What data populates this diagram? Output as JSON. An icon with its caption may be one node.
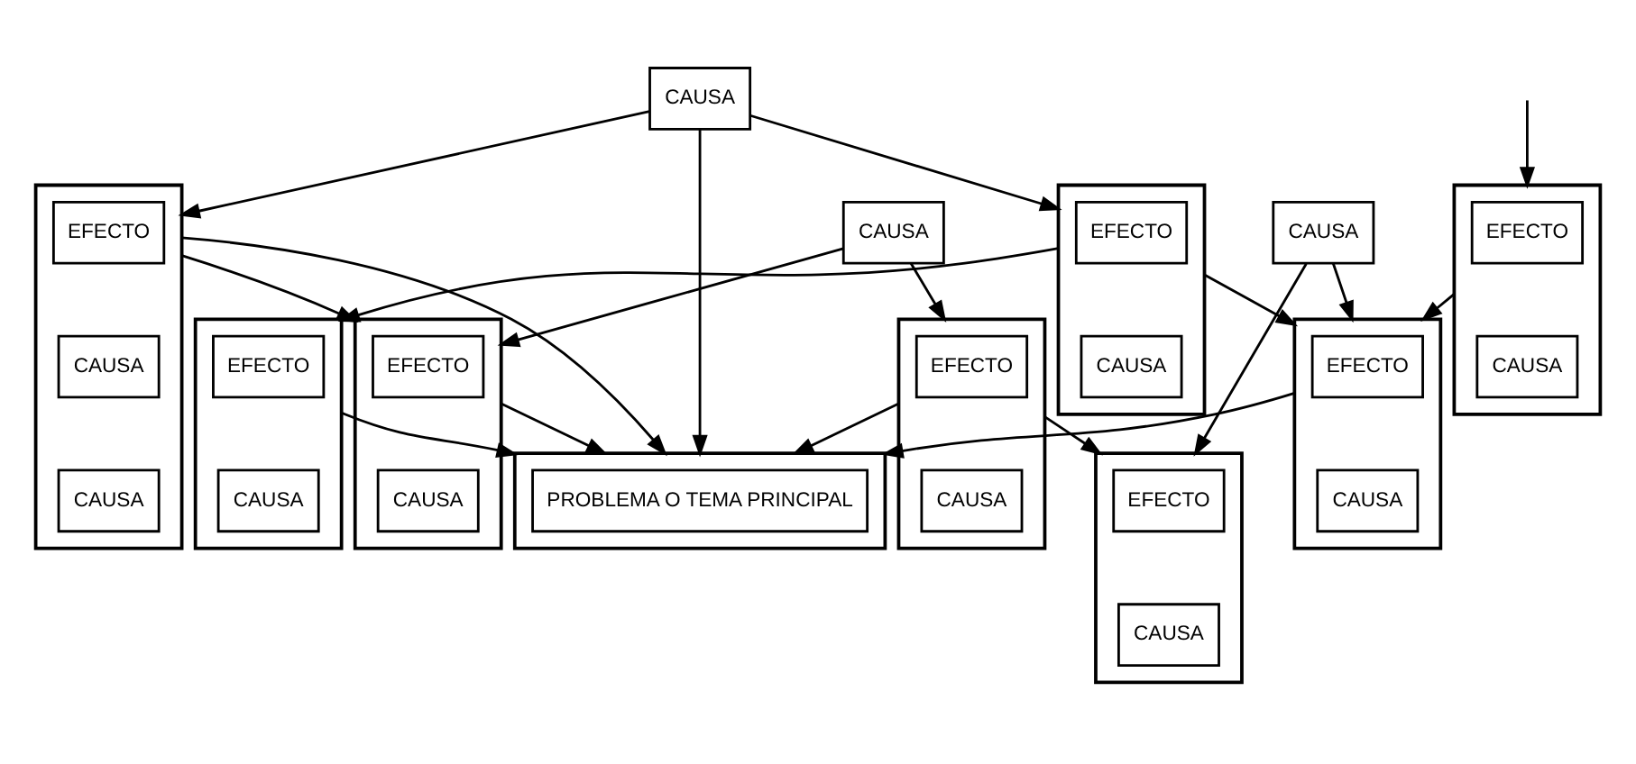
{
  "diagram": {
    "nodes": [
      {
        "text": [
          "CAUSA"
        ]
      },
      {
        "text": [],
        "shape": "box"
      },
      {
        "text": [
          "EFECTO"
        ],
        "in": 1
      },
      {
        "text": [
          "CAUSA"
        ],
        "in": 1
      },
      {
        "text": [
          "CAUSA"
        ],
        "in": 1
      },
      {
        "text": [],
        "shape": "box"
      },
      {
        "text": [
          "EFECTO"
        ],
        "in": 5
      },
      {
        "text": [
          "CAUSA"
        ],
        "in": 5
      },
      {
        "text": [],
        "shape": "box"
      },
      {
        "text": [
          "EFECTO"
        ],
        "in": 8
      },
      {
        "text": [
          "CAUSA"
        ],
        "in": 8
      },
      {
        "text": [],
        "shape": "box"
      },
      {
        "text": [
          "PROBLEMA O TEMA PRINCIPAL"
        ],
        "in": 11
      },
      {
        "text": [],
        "shape": "box"
      },
      {
        "text": [
          "EFECTO"
        ],
        "in": 13
      },
      {
        "text": [
          "CAUSA"
        ],
        "in": 13
      },
      {
        "text": [],
        "shape": "box"
      },
      {
        "text": [
          "EFECTO"
        ],
        "in": 16
      },
      {
        "text": [
          "CAUSA"
        ],
        "in": 16
      },
      {
        "text": [
          "CAUSA"
        ]
      },
      {
        "text": [
          "CAUSA"
        ]
      },
      {
        "text": [],
        "shape": "box"
      },
      {
        "text": [
          "EFECTO"
        ],
        "in": 21
      },
      {
        "text": [
          "CAUSA"
        ],
        "in": 21
      },
      {
        "text": [],
        "shape": "box"
      },
      {
        "text": [
          "EFECTO"
        ],
        "in": 24
      },
      {
        "text": [
          "CAUSA"
        ],
        "in": 24
      },
      {
        "text": [],
        "shape": "box"
      },
      {
        "text": [
          "EFECTO"
        ],
        "in": 27
      },
      {
        "text": [
          "CAUSA"
        ],
        "in": 27
      }
    ],
    "edges": [
      {
        "from": 0,
        "to": 1,
        "arrow": "to"
      },
      {
        "from": 0,
        "to": 5,
        "arrow": "to"
      },
      {
        "from": 0,
        "to": 11,
        "arrow": "to"
      },
      {
        "from": 1,
        "to": 11,
        "arrow": "to"
      },
      {
        "from": 1,
        "to": 13,
        "arrow": "to"
      },
      {
        "from": 5,
        "to": 8,
        "arrow": "to"
      },
      {
        "from": 5,
        "to": 16,
        "arrow": "to"
      },
      {
        "from": 8,
        "to": 11,
        "arrow": "to"
      },
      {
        "from": 16,
        "to": 11,
        "arrow": "to"
      },
      {
        "from": 13,
        "to": 11,
        "arrow": "to"
      },
      {
        "from": 20,
        "to": 13,
        "arrow": "to"
      },
      {
        "from": 20,
        "to": 21,
        "arrow": "to"
      },
      {
        "from": 21,
        "to": 11,
        "arrow": "to"
      },
      {
        "from": 21,
        "to": 24,
        "arrow": "to"
      },
      {
        "from": 19,
        "to": 16,
        "arrow": "to"
      },
      {
        "from": 19,
        "to": 24,
        "arrow": "to"
      },
      {
        "from": null,
        "to": 27,
        "arrow": "to"
      },
      {
        "from": 27,
        "to": 16,
        "arrow": "to"
      }
    ]
  }
}
